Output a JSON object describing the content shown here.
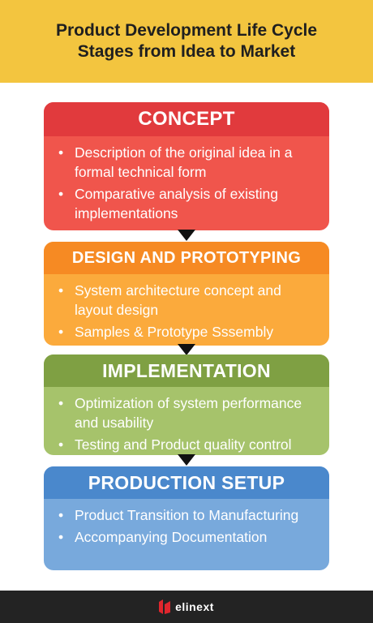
{
  "header": {
    "title_line1": "Product Development Life Cycle",
    "title_line2": "Stages from Idea to Market"
  },
  "stages": [
    {
      "title": "CONCEPT",
      "bullets": [
        "Description of the original idea in a formal technical form",
        "Comparative analysis of existing implementations"
      ]
    },
    {
      "title": "DESIGN AND PROTOTYPING",
      "bullets": [
        "System architecture concept and layout design",
        "Samples & Prototype Sssembly"
      ]
    },
    {
      "title": "IMPLEMENTATION",
      "bullets": [
        "Optimization of system performance and usability",
        "Testing and Product quality control"
      ]
    },
    {
      "title": "PRODUCTION SETUP",
      "bullets": [
        "Product Transition to Manufacturing",
        "Accompanying Documentation"
      ]
    }
  ],
  "colors": {
    "header_bg": "#f3c53f",
    "concept": "#e13a3d",
    "design": "#f68a23",
    "implementation": "#7fa043",
    "production": "#4a88cc",
    "footer_bg": "#232323",
    "logo_accent": "#e0262d"
  },
  "footer": {
    "brand": "elinext",
    "logo_icon": "elinext-logo-icon"
  }
}
